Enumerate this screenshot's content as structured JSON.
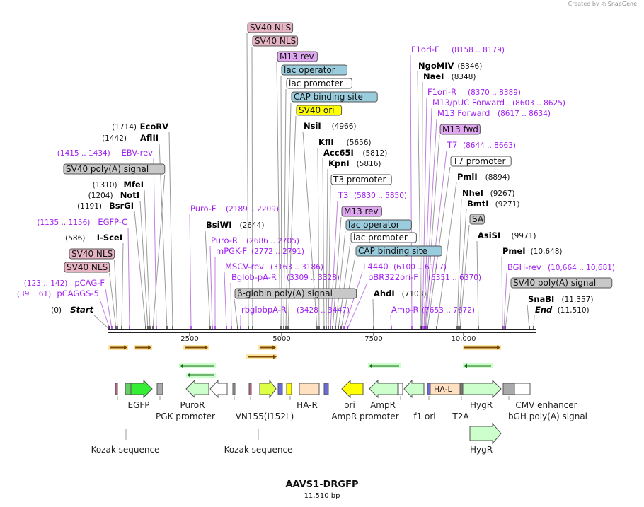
{
  "credit": {
    "prefix": "Created by",
    "brand": "SnapGene"
  },
  "plasmid": {
    "name": "AAVS1-DRGFP",
    "size": "11,510 bp"
  },
  "colors": {
    "enzyme": "#000000",
    "primer": "#a020f0",
    "nls": "#e6b3c3",
    "regulatory_purple": "#e0a8f0",
    "lac_operator": "#99ccdd",
    "promoter": "#ffffff",
    "polyA": "#c8c8c8",
    "ori": "#ffff00",
    "egfp": "#33ee33",
    "generic_feature": "#ccffcc",
    "ha": "#ffe0c0"
  },
  "ruler": {
    "ticks": [
      "2500",
      "5000",
      "7500",
      "10,000"
    ]
  },
  "labels": {
    "left": [
      {
        "id": "l1",
        "pos": "(1714)",
        "name": "EcoRV",
        "kind": "enzyme"
      },
      {
        "id": "l2",
        "pos": "(1442)",
        "name": "AflII",
        "kind": "enzyme"
      },
      {
        "id": "l3",
        "pos": "(1415 .. 1434)",
        "name": "EBV-rev",
        "kind": "primer"
      },
      {
        "id": "l4",
        "pos": "",
        "name": "SV40 poly(A) signal",
        "kind": "feature",
        "color": "#c8c8c8"
      },
      {
        "id": "l5",
        "pos": "(1310)",
        "name": "MfeI",
        "kind": "enzyme"
      },
      {
        "id": "l6",
        "pos": "(1204)",
        "name": "NotI",
        "kind": "enzyme"
      },
      {
        "id": "l7",
        "pos": "(1191)",
        "name": "BsrGI",
        "kind": "enzyme"
      },
      {
        "id": "l8",
        "pos": "(1135 .. 1156)",
        "name": "EGFP-C",
        "kind": "primer"
      },
      {
        "id": "l9",
        "pos": "(586)",
        "name": "I-SceI",
        "kind": "enzyme"
      },
      {
        "id": "l10",
        "pos": "",
        "name": "SV40 NLS",
        "kind": "feature",
        "color": "#e6b3c3"
      },
      {
        "id": "l11",
        "pos": "",
        "name": "SV40 NLS",
        "kind": "feature",
        "color": "#e6b3c3"
      },
      {
        "id": "l12",
        "pos": "(123 .. 142)",
        "name": "pCAG-F",
        "kind": "primer"
      },
      {
        "id": "l13",
        "pos": "(39 .. 61)",
        "name": "pCAGGS-5",
        "kind": "primer"
      },
      {
        "id": "l14",
        "pos": "(0)",
        "name": "Start",
        "kind": "endpoint"
      }
    ],
    "middle": [
      {
        "id": "m1",
        "pos": "",
        "name": "SV40 NLS",
        "kind": "feature",
        "color": "#e6b3c3"
      },
      {
        "id": "m2",
        "pos": "",
        "name": "SV40 NLS",
        "kind": "feature",
        "color": "#e6b3c3"
      },
      {
        "id": "m3",
        "pos": "",
        "name": "M13 rev",
        "kind": "feature",
        "color": "#e0a8f0"
      },
      {
        "id": "m4",
        "pos": "",
        "name": "lac operator",
        "kind": "feature",
        "color": "#99ccdd"
      },
      {
        "id": "m5",
        "pos": "",
        "name": "lac promoter",
        "kind": "feature",
        "color": "#ffffff"
      },
      {
        "id": "m6",
        "pos": "",
        "name": "CAP binding site",
        "kind": "feature",
        "color": "#99ccdd"
      },
      {
        "id": "m7",
        "pos": "",
        "name": "SV40 ori",
        "kind": "feature",
        "color": "#ffff00"
      },
      {
        "id": "m8",
        "pos": "(4966)",
        "name": "NsiI",
        "kind": "enzyme"
      },
      {
        "id": "m9",
        "pos": "(5656)",
        "name": "KflI",
        "kind": "enzyme"
      },
      {
        "id": "m10",
        "pos": "(5812)",
        "name": "Acc65I",
        "kind": "enzyme"
      },
      {
        "id": "m11",
        "pos": "(5816)",
        "name": "KpnI",
        "kind": "enzyme"
      },
      {
        "id": "m12",
        "pos": "",
        "name": "T3 promoter",
        "kind": "feature",
        "color": "#ffffff"
      },
      {
        "id": "m13",
        "pos": "(5830 .. 5850)",
        "name": "T3",
        "kind": "primer"
      },
      {
        "id": "m14",
        "pos": "",
        "name": "M13 rev",
        "kind": "feature",
        "color": "#e0a8f0"
      },
      {
        "id": "m15",
        "pos": "",
        "name": "lac operator",
        "kind": "feature",
        "color": "#99ccdd"
      },
      {
        "id": "m16",
        "pos": "",
        "name": "lac promoter",
        "kind": "feature",
        "color": "#ffffff"
      },
      {
        "id": "m17",
        "pos": "",
        "name": "CAP binding site",
        "kind": "feature",
        "color": "#99ccdd"
      },
      {
        "id": "m18",
        "pos": "(2189 .. 2209)",
        "name": "Puro-F",
        "kind": "primer"
      },
      {
        "id": "m19",
        "pos": "(2644)",
        "name": "BsiWI",
        "kind": "enzyme"
      },
      {
        "id": "m20",
        "pos": "(2686 .. 2705)",
        "name": "Puro-R",
        "kind": "primer"
      },
      {
        "id": "m21",
        "pos": "(2772 .. 2791)",
        "name": "mPGK-F",
        "kind": "primer"
      },
      {
        "id": "m22",
        "pos": "(3163 .. 3186)",
        "name": "MSCV-rev",
        "kind": "primer"
      },
      {
        "id": "m23",
        "pos": "(3309 .. 3328)",
        "name": "Bglob-pA-R",
        "kind": "primer"
      },
      {
        "id": "m24",
        "pos": "",
        "name": "β-globin poly(A) signal",
        "kind": "feature",
        "color": "#c8c8c8"
      },
      {
        "id": "m25",
        "pos": "(3428 .. 3447)",
        "name": "rbglobpA-R",
        "kind": "primer"
      },
      {
        "id": "m26",
        "pos": "(6100 .. 6117)",
        "name": "L4440",
        "kind": "primer"
      },
      {
        "id": "m27",
        "pos": "(6351 .. 6370)",
        "name": "pBR322ori-F",
        "kind": "primer"
      },
      {
        "id": "m28",
        "pos": "(7103)",
        "name": "AhdI",
        "kind": "enzyme"
      },
      {
        "id": "m29",
        "pos": "(7653 .. 7672)",
        "name": "Amp-R",
        "kind": "primer"
      }
    ],
    "right": [
      {
        "id": "r1",
        "pos": "(8158 .. 8179)",
        "name": "F1ori-F",
        "kind": "primer"
      },
      {
        "id": "r2",
        "pos": "(8346)",
        "name": "NgoMIV",
        "kind": "enzyme"
      },
      {
        "id": "r3",
        "pos": "(8348)",
        "name": "NaeI",
        "kind": "enzyme"
      },
      {
        "id": "r4",
        "pos": "(8370 .. 8389)",
        "name": "F1ori-R",
        "kind": "primer"
      },
      {
        "id": "r5",
        "pos": "(8603 .. 8625)",
        "name": "M13/pUC Forward",
        "kind": "primer"
      },
      {
        "id": "r6",
        "pos": "(8617 .. 8634)",
        "name": "M13 Forward",
        "kind": "primer"
      },
      {
        "id": "r7",
        "pos": "",
        "name": "M13 fwd",
        "kind": "feature",
        "color": "#e0a8f0"
      },
      {
        "id": "r8",
        "pos": "(8644 .. 8663)",
        "name": "T7",
        "kind": "primer"
      },
      {
        "id": "r9",
        "pos": "",
        "name": "T7 promoter",
        "kind": "feature",
        "color": "#ffffff"
      },
      {
        "id": "r10",
        "pos": "(8894)",
        "name": "PmlI",
        "kind": "enzyme"
      },
      {
        "id": "r11",
        "pos": "(9267)",
        "name": "NheI",
        "kind": "enzyme"
      },
      {
        "id": "r12",
        "pos": "(9271)",
        "name": "BmtI",
        "kind": "enzyme"
      },
      {
        "id": "r13",
        "pos": "",
        "name": "SA",
        "kind": "feature",
        "color": "#c8c8c8"
      },
      {
        "id": "r14",
        "pos": "(9971)",
        "name": "AsiSI",
        "kind": "enzyme"
      },
      {
        "id": "r15",
        "pos": "(10,648)",
        "name": "PmeI",
        "kind": "enzyme"
      },
      {
        "id": "r16",
        "pos": "(10,664 .. 10,681)",
        "name": "BGH-rev",
        "kind": "primer"
      },
      {
        "id": "r17",
        "pos": "",
        "name": "SV40 poly(A) signal",
        "kind": "feature",
        "color": "#c8c8c8"
      },
      {
        "id": "r18",
        "pos": "(11,357)",
        "name": "SnaBI",
        "kind": "enzyme"
      },
      {
        "id": "r19",
        "pos": "(11,510)",
        "name": "End",
        "kind": "endpoint"
      }
    ]
  },
  "bottom_labels": [
    {
      "id": "b1",
      "text": "EGFP"
    },
    {
      "id": "b2",
      "text": "PuroR"
    },
    {
      "id": "b3",
      "text": "PGK promoter"
    },
    {
      "id": "b4",
      "text": "VN155(I152L)"
    },
    {
      "id": "b5",
      "text": "HA-R"
    },
    {
      "id": "b6",
      "text": "ori"
    },
    {
      "id": "b7",
      "text": "AmpR promoter"
    },
    {
      "id": "b8",
      "text": "AmpR"
    },
    {
      "id": "b9",
      "text": "f1 ori"
    },
    {
      "id": "b10",
      "text": "T2A"
    },
    {
      "id": "b11",
      "text": "HygR"
    },
    {
      "id": "b12",
      "text": "CMV enhancer"
    },
    {
      "id": "b13",
      "text": "bGH poly(A) signal"
    },
    {
      "id": "b14",
      "text": "Kozak sequence"
    },
    {
      "id": "b15",
      "text": "Kozak sequence"
    },
    {
      "id": "b16",
      "text": "HygR"
    }
  ],
  "inline_labels": {
    "ha_l": "HA-L"
  }
}
